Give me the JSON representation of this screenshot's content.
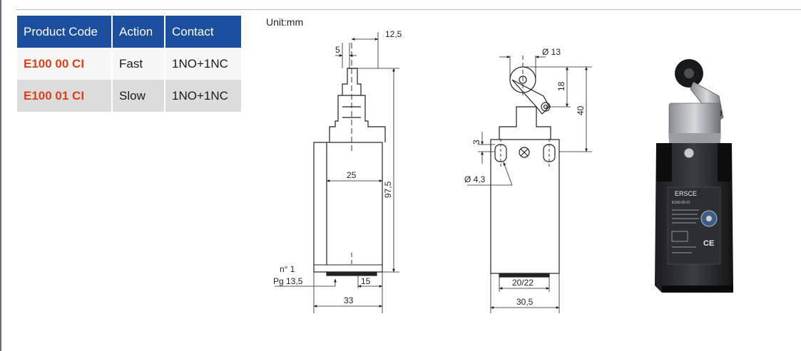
{
  "table": {
    "headers": [
      "Product Code",
      "Action",
      "Contact"
    ],
    "rows": [
      {
        "code": "E100 00 CI",
        "action": "Fast",
        "contact": "1NO+1NC"
      },
      {
        "code": "E100 01 CI",
        "action": "Slow",
        "contact": "1NO+1NC"
      }
    ]
  },
  "drawing": {
    "unit_label": "Unit:mm",
    "dims_side": {
      "d12_5": "12,5",
      "d5": "5",
      "d25": "25",
      "d97_5": "97,5",
      "n1": "n° 1",
      "pg": "Pg 13,5",
      "d15": "15",
      "d33": "33"
    },
    "dims_front": {
      "d13": "Ø 13",
      "d18": "18",
      "d40": "40",
      "d3": "3",
      "d4_3": "Ø 4,3",
      "d20_22": "20/22",
      "d30_5": "30,5"
    }
  },
  "photo": {
    "brand": "ERSCE",
    "model": "E100-00-CI",
    "marks": [
      "CE"
    ]
  },
  "colors": {
    "header_bg": "#1b4e9c",
    "code_red": "#d9421a",
    "row_light": "#f7f7f7",
    "row_dark": "#dcdcdc"
  }
}
